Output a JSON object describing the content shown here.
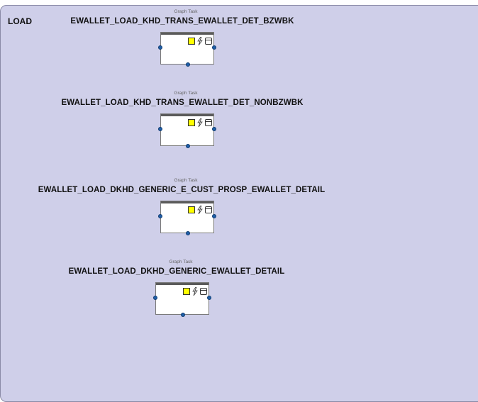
{
  "lane": {
    "label": "LOAD",
    "colors": {
      "background": "#cfcfe9",
      "border": "#8a8aa6"
    }
  },
  "tasks": [
    {
      "type_label": "Graph Task",
      "title": "EWALLET_LOAD_KHD_TRANS_EWALLET_DET_BZWBK",
      "icons": [
        "status-square-icon",
        "lightning-icon",
        "window-icon"
      ]
    },
    {
      "type_label": "Graph Task",
      "title": "EWALLET_LOAD_KHD_TRANS_EWALLET_DET_NONBZWBK",
      "icons": [
        "status-square-icon",
        "lightning-icon",
        "window-icon"
      ]
    },
    {
      "type_label": "Graph Task",
      "title": "EWALLET_LOAD_DKHD_GENERIC_E_CUST_PROSP_EWALLET_DETAIL",
      "icons": [
        "status-square-icon",
        "lightning-icon",
        "window-icon"
      ]
    },
    {
      "type_label": "Graph Task",
      "title": "EWALLET_LOAD_DKHD_GENERIC_EWALLET_DETAIL",
      "icons": [
        "status-square-icon",
        "lightning-icon",
        "window-icon"
      ]
    }
  ],
  "colors": {
    "status_square": "#ffff00",
    "port": "#1f5fa8",
    "task_topbar": "#5a5a5a"
  }
}
